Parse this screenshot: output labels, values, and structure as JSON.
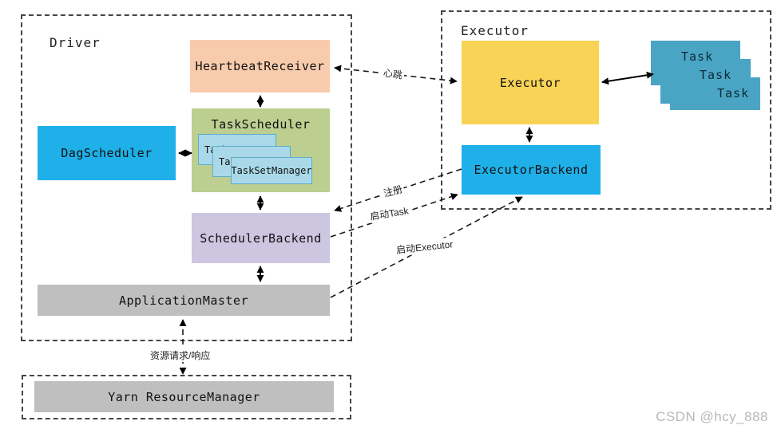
{
  "driver": {
    "title": "Driver",
    "boxes": {
      "heartbeat_receiver": "HeartbeatReceiver",
      "task_scheduler": "TaskScheduler",
      "task_set_manager": "TaskSetManager",
      "dag_scheduler": "DagScheduler",
      "scheduler_backend": "SchedulerBackend",
      "application_master": "ApplicationMaster"
    }
  },
  "executor_group": {
    "title": "Executor",
    "boxes": {
      "executor": "Executor",
      "executor_backend": "ExecutorBackend"
    },
    "tasks": [
      "Task",
      "Task",
      "Task"
    ]
  },
  "yarn": {
    "resource_manager": "Yarn ResourceManager"
  },
  "edge_labels": {
    "heartbeat": "心跳",
    "register": "注册",
    "launch_task": "启动Task",
    "launch_executor": "启动Executor",
    "resource_request_response": "资源请求/响应"
  },
  "colors": {
    "heartbeat_receiver": "#f8cbad",
    "task_scheduler": "#bccf90",
    "task_set_manager": "#a9d9e8",
    "dag_scheduler": "#1fb0e9",
    "scheduler_backend": "#cdc6e0",
    "application_master": "#bfbfbf",
    "yarn_resource_manager": "#bfbfbf",
    "executor": "#f8d355",
    "executor_backend": "#1fb0e9",
    "task": "#4aa5c5",
    "dashed_border": "#454545"
  },
  "watermark": "CSDN @hcy_888"
}
